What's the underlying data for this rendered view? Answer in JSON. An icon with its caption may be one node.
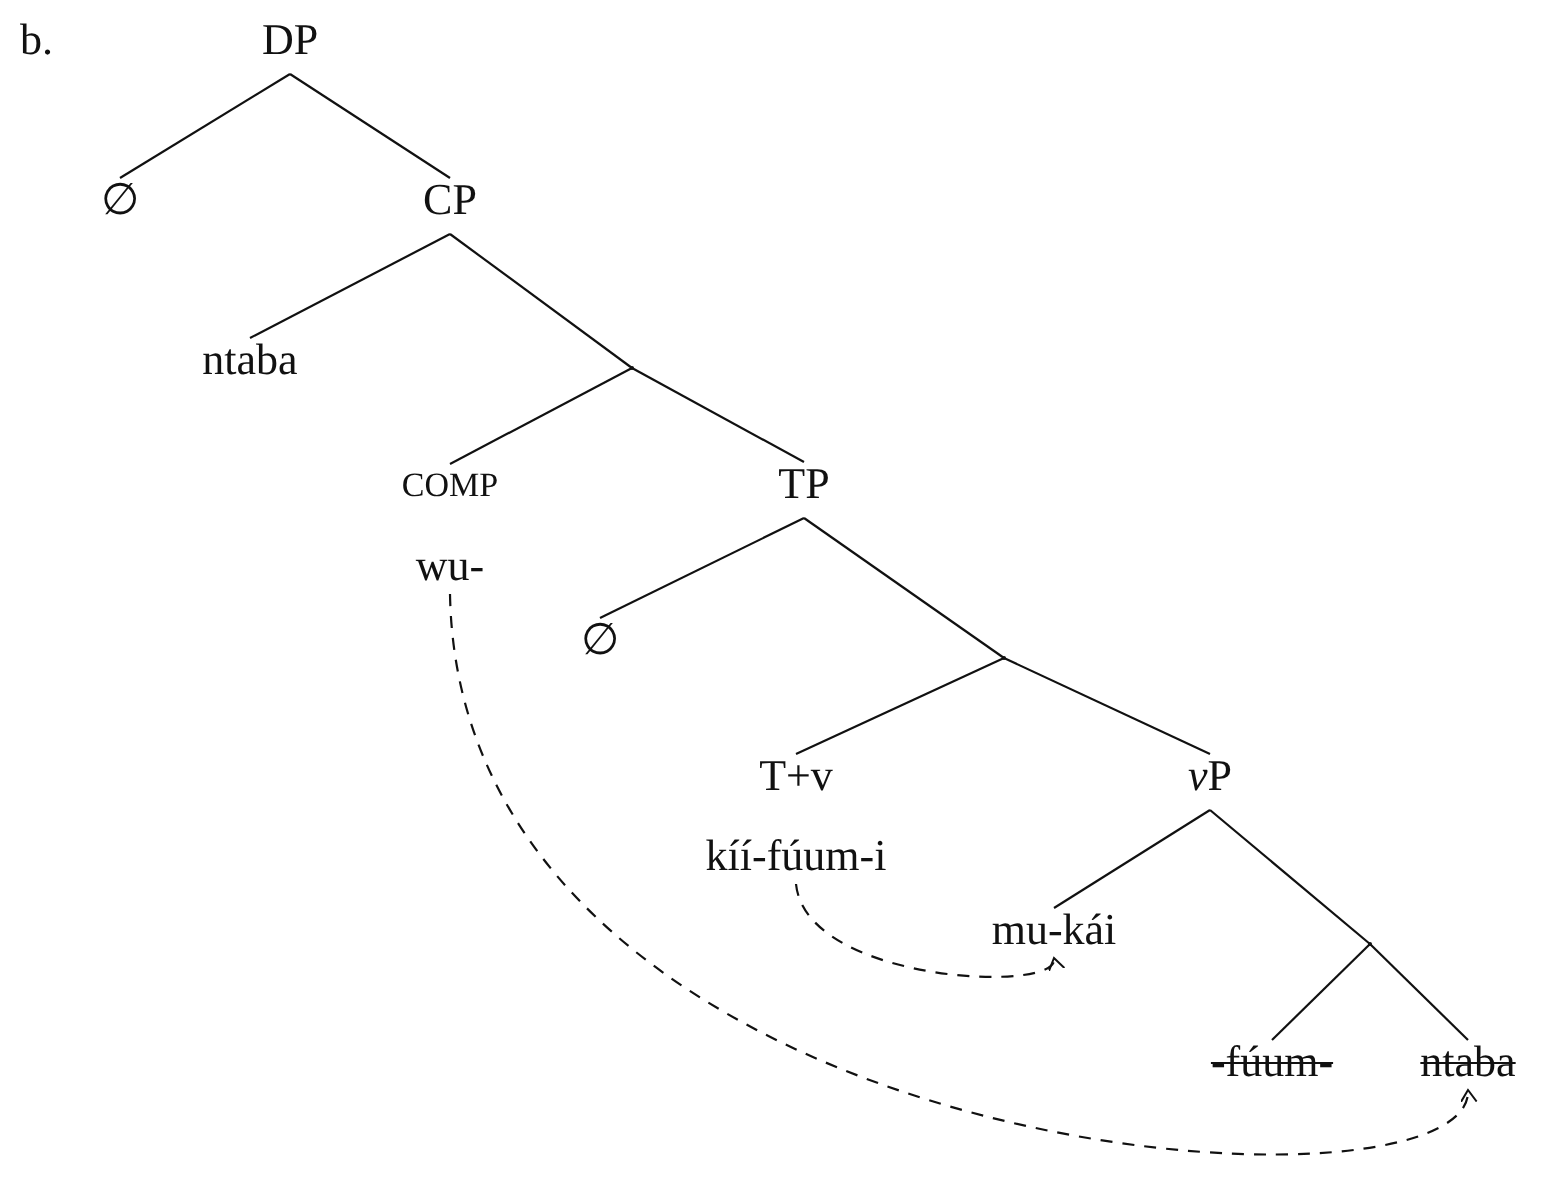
{
  "diagram": {
    "nodes": [
      {
        "text": [
          "DP"
        ]
      },
      {
        "text": [
          "∅"
        ]
      },
      {
        "text": [
          "CP"
        ]
      },
      {
        "text": [
          "ntaba"
        ]
      },
      {
        "text": [],
        "shape": "point"
      },
      {
        "text": [
          "COMP",
          "wu-"
        ]
      },
      {
        "text": [
          "TP"
        ]
      },
      {
        "text": [
          "∅"
        ]
      },
      {
        "text": [],
        "shape": "point"
      },
      {
        "text": [
          "T+v",
          "kíí-fúum-i"
        ]
      },
      {
        "text": [
          "vP"
        ]
      },
      {
        "text": [
          "mu-kái"
        ]
      },
      {
        "text": [],
        "shape": "point"
      },
      {
        "text": [
          "-fúum-"
        ]
      },
      {
        "text": [
          "ntaba"
        ]
      }
    ],
    "edges": [
      {
        "from": 0,
        "to": 1,
        "arrow": "none"
      },
      {
        "from": 0,
        "to": 2,
        "arrow": "none"
      },
      {
        "from": 2,
        "to": 3,
        "arrow": "none"
      },
      {
        "from": 2,
        "to": 4,
        "arrow": "none"
      },
      {
        "from": 4,
        "to": 5,
        "arrow": "none"
      },
      {
        "from": 4,
        "to": 6,
        "arrow": "none"
      },
      {
        "from": 6,
        "to": 7,
        "arrow": "none"
      },
      {
        "from": 6,
        "to": 8,
        "arrow": "none"
      },
      {
        "from": 8,
        "to": 9,
        "arrow": "none"
      },
      {
        "from": 8,
        "to": 10,
        "arrow": "none"
      },
      {
        "from": 10,
        "to": 11,
        "arrow": "none"
      },
      {
        "from": 10,
        "to": 12,
        "arrow": "none"
      },
      {
        "from": 12,
        "to": 13,
        "arrow": "none"
      },
      {
        "from": 12,
        "to": 14,
        "arrow": "none"
      },
      {
        "from": 5,
        "to": 14,
        "arrow": "to",
        "style": "dashed"
      },
      {
        "from": 9,
        "to": 11,
        "arrow": "to",
        "style": "dashed"
      }
    ],
    "labels": [
      "b."
    ]
  }
}
